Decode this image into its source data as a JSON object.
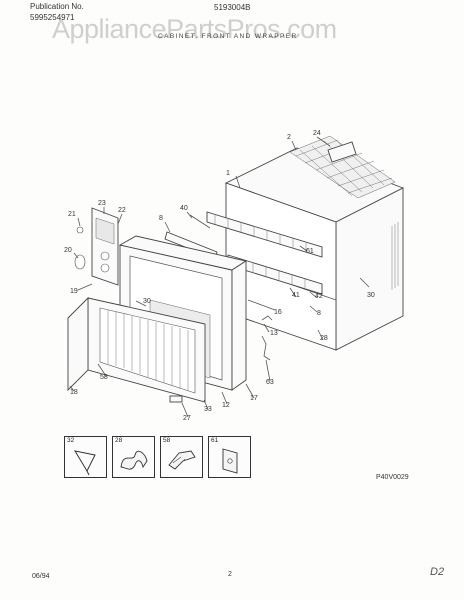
{
  "header": {
    "publication_label": "Publication No.",
    "publication_number": "5995254971",
    "model_number": "5193004B",
    "section_title": "CABINET, FRONT AND WRAPPER"
  },
  "watermark": "AppliancePartsPros.com",
  "callouts": {
    "c1": "1",
    "c2": "2",
    "c24": "24",
    "c23": "23",
    "c22": "22",
    "c21": "21",
    "c20": "20",
    "c19": "19",
    "c8a": "8",
    "c40": "40",
    "c61": "61",
    "c41": "41",
    "c42": "42",
    "c30a": "30",
    "c30b": "30",
    "c8b": "8",
    "c16": "16",
    "c13": "13",
    "c28": "28",
    "c63": "63",
    "c17": "17",
    "c12": "12",
    "c33": "33",
    "c27": "27",
    "c58": "58",
    "c18": "18"
  },
  "insets": [
    {
      "label": "32",
      "icon": "tilt-clip-icon"
    },
    {
      "label": "28",
      "icon": "curved-strap-icon"
    },
    {
      "label": "58",
      "icon": "spring-clip-icon"
    },
    {
      "label": "61",
      "icon": "bracket-plate-icon"
    }
  ],
  "figure_code": "P40V0029",
  "footer": {
    "date": "06/94",
    "page": "2",
    "mark": "D2"
  }
}
